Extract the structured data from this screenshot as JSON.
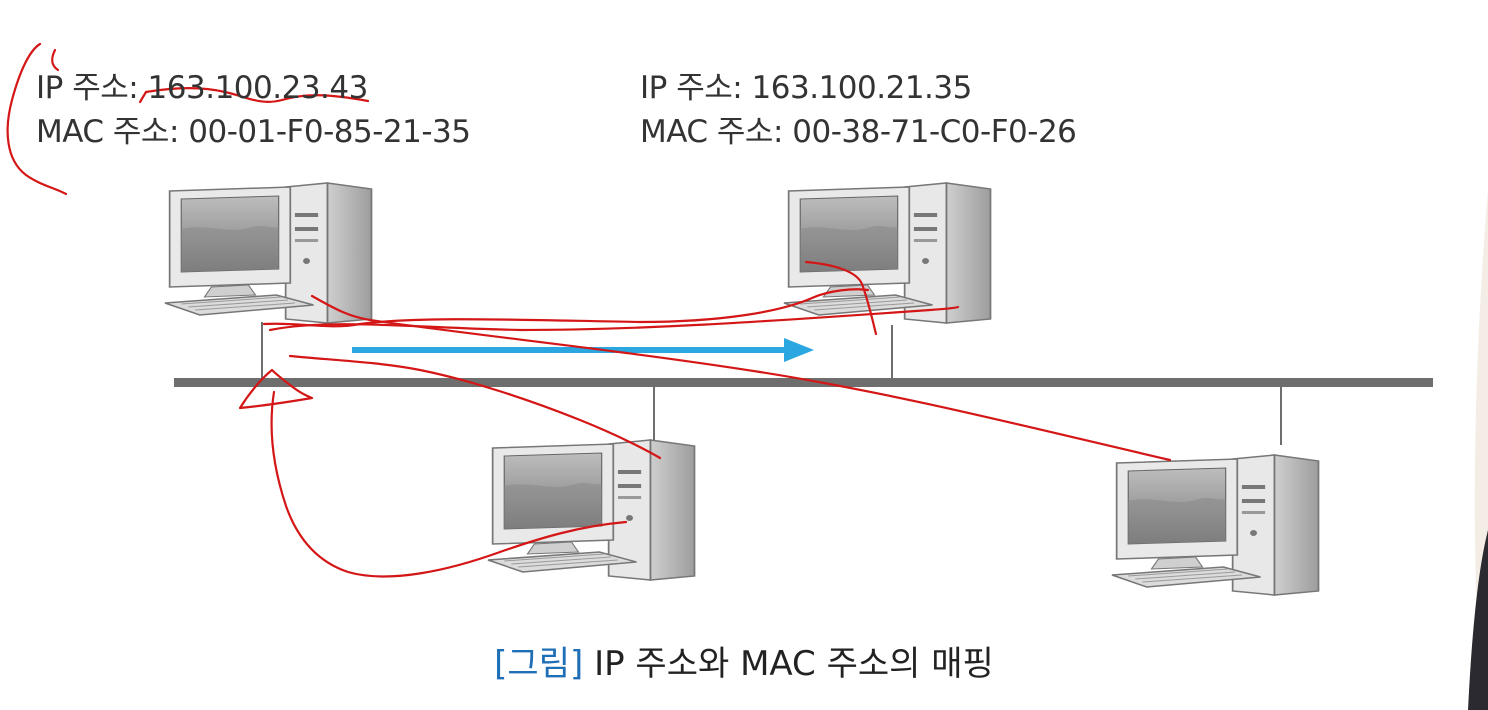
{
  "host_a": {
    "ip_label": "IP 주소:",
    "ip_value": "163.100.23.43",
    "mac_label": "MAC 주소:",
    "mac_value": "00-01-F0-85-21-35"
  },
  "host_b": {
    "ip_label": "IP 주소:",
    "ip_value": "163.100.21.35",
    "mac_label": "MAC 주소:",
    "mac_value": "00-38-71-C0-F0-26"
  },
  "caption": {
    "tag": "[그림]",
    "text": "IP 주소와 MAC 주소의 매핑"
  },
  "colors": {
    "bus": "#6e6e6e",
    "arrow": "#2aa6e0",
    "annotation": "#d41616",
    "caption_tag": "#1f6fb7"
  },
  "icons": [
    "desktop-computer-icon",
    "network-bus-line",
    "data-flow-arrow",
    "handwritten-annotation"
  ]
}
